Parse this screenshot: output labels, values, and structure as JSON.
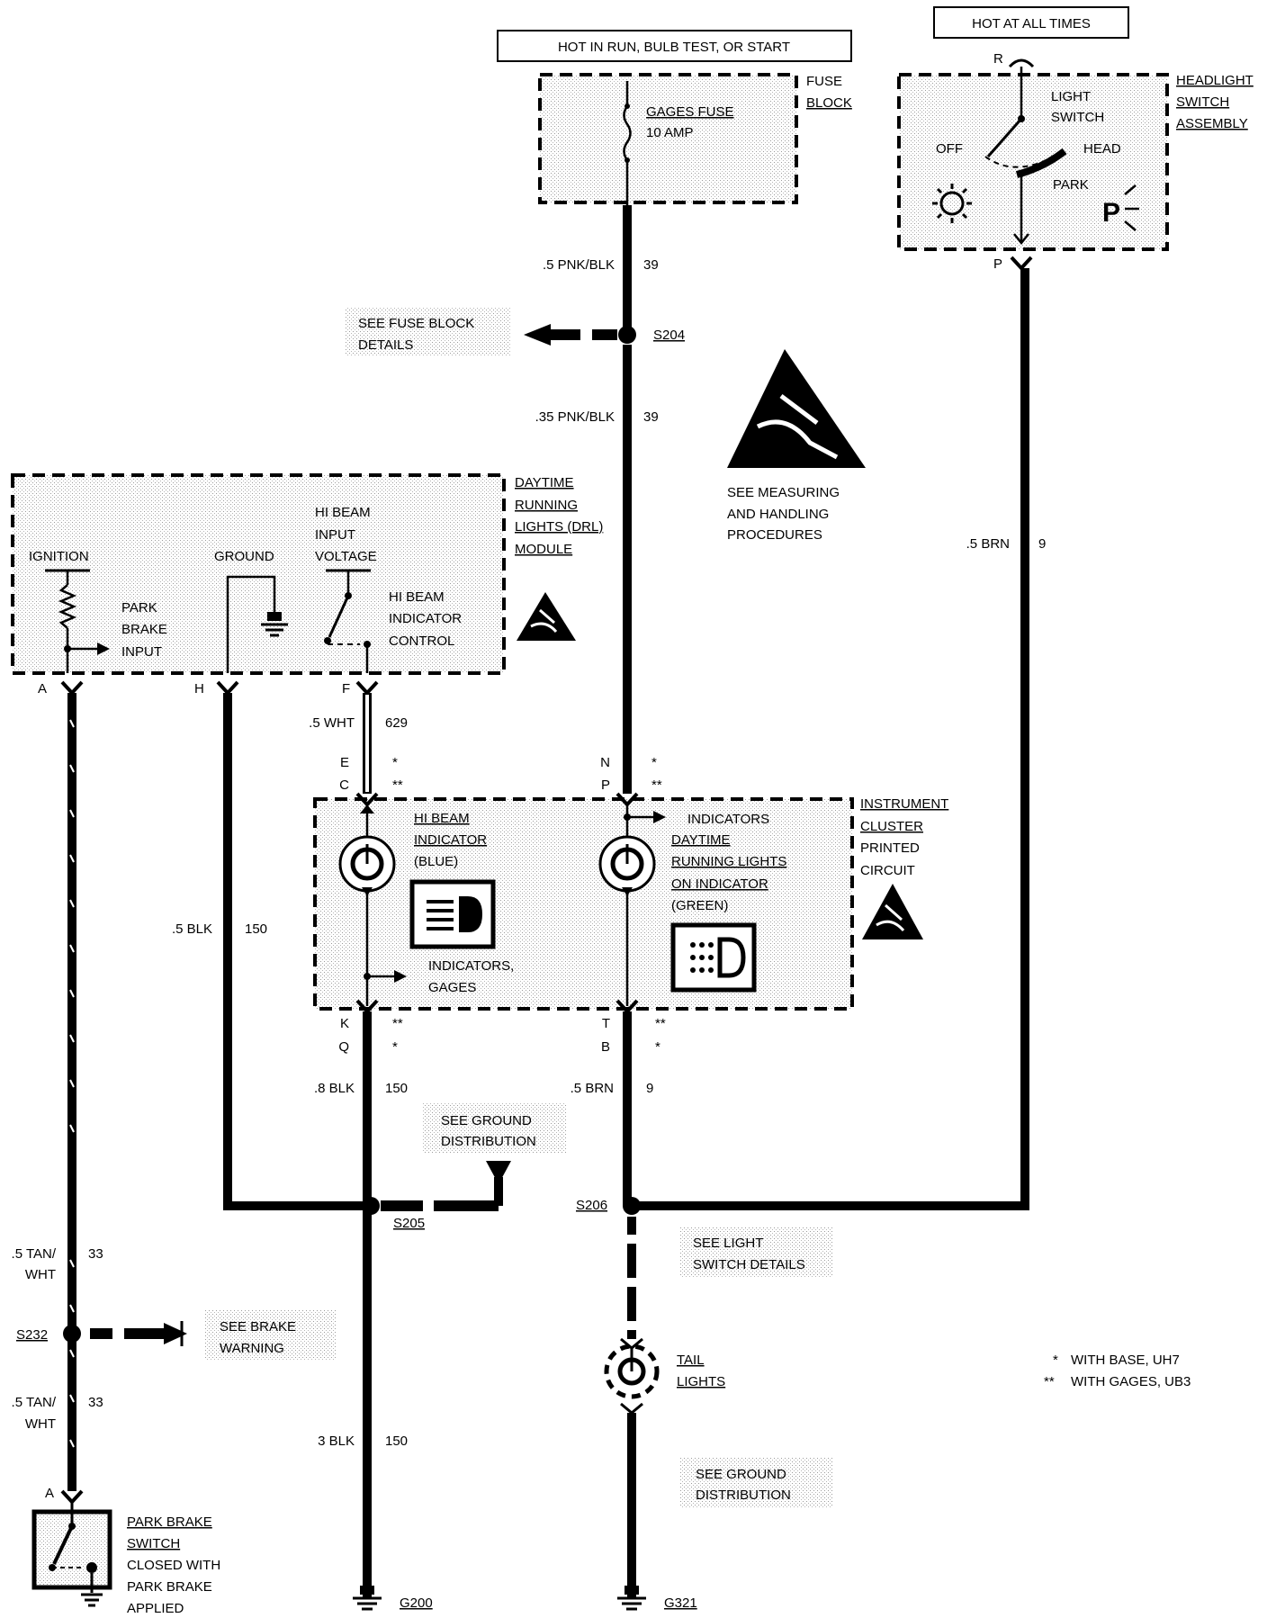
{
  "power": {
    "hot_run": "HOT IN RUN, BULB TEST, OR START",
    "hot_all": "HOT AT ALL TIMES"
  },
  "fuse_block": {
    "name": [
      "FUSE",
      "BLOCK"
    ],
    "fuse_label": [
      "GAGES FUSE",
      "10 AMP"
    ]
  },
  "headlight_switch": {
    "name": [
      "HEADLIGHT",
      "SWITCH",
      "ASSEMBLY"
    ],
    "label": [
      "LIGHT",
      "SWITCH"
    ],
    "pos_off": "OFF",
    "pos_head": "HEAD",
    "pos_park": "PARK",
    "term_r": "R",
    "term_p": "P",
    "park_symbol": "P"
  },
  "wires": {
    "w39_top": {
      "gauge": ".5 PNK/BLK",
      "circuit": "39"
    },
    "w39_mid": {
      "gauge": ".35 PNK/BLK",
      "circuit": "39"
    },
    "w9_right": {
      "gauge": ".5 BRN",
      "circuit": "9"
    },
    "w629": {
      "gauge": ".5 WHT",
      "circuit": "629"
    },
    "w150_left": {
      "gauge": ".5 BLK",
      "circuit": "150"
    },
    "w150_k": {
      "gauge": ".8 BLK",
      "circuit": "150"
    },
    "w9_t": {
      "gauge": ".5 BRN",
      "circuit": "9"
    },
    "w33_top": {
      "gauge": [
        ".5 TAN/",
        "WHT"
      ],
      "circuit": "33"
    },
    "w33_bot": {
      "gauge": [
        ".5 TAN/",
        "WHT"
      ],
      "circuit": "33"
    },
    "w150_bot": {
      "gauge": "3 BLK",
      "circuit": "150"
    }
  },
  "splices": {
    "s204": "S204",
    "s205": "S205",
    "s206": "S206",
    "s232": "S232"
  },
  "refs": {
    "fuse_details": [
      "SEE FUSE BLOCK",
      "DETAILS"
    ],
    "esd": [
      "SEE MEASURING",
      "AND HANDLING",
      "PROCEDURES"
    ],
    "ground_dist_1": [
      "SEE GROUND",
      "DISTRIBUTION"
    ],
    "light_switch": [
      "SEE LIGHT",
      "SWITCH DETAILS"
    ],
    "brake_warning": [
      "SEE BRAKE",
      "WARNING"
    ],
    "ground_dist_2": [
      "SEE GROUND",
      "DISTRIBUTION"
    ]
  },
  "drl_module": {
    "name": [
      "DAYTIME",
      "RUNNING",
      "LIGHTS (DRL)",
      "MODULE"
    ],
    "ignition": "IGNITION",
    "ground": "GROUND",
    "hi_beam_voltage": [
      "HI BEAM",
      "INPUT",
      "VOLTAGE"
    ],
    "park_brake_input": [
      "PARK",
      "BRAKE",
      "INPUT"
    ],
    "hi_beam_control": [
      "HI BEAM",
      "INDICATOR",
      "CONTROL"
    ],
    "term_a": "A",
    "term_h": "H",
    "term_f": "F"
  },
  "cluster": {
    "name": [
      "INSTRUMENT",
      "CLUSTER",
      "PRINTED",
      "CIRCUIT"
    ],
    "hi_beam": [
      "HI BEAM",
      "INDICATOR",
      "(BLUE)"
    ],
    "drl_on": [
      "DAYTIME",
      "RUNNING LIGHTS",
      "ON INDICATOR",
      "(GREEN)"
    ],
    "indicators_top": "INDICATORS",
    "indicators_gages": [
      "INDICATORS,",
      "GAGES"
    ],
    "pin_e": "E",
    "pin_c": "C",
    "pin_n": "N",
    "pin_p": "P",
    "pin_k": "K",
    "pin_q": "Q",
    "pin_t": "T",
    "pin_b": "B",
    "star1": "*",
    "star2": "**"
  },
  "tail": {
    "name": [
      "TAIL",
      "LIGHTS"
    ]
  },
  "park_brake_switch": {
    "name": [
      "PARK BRAKE",
      "SWITCH",
      "CLOSED WITH",
      "PARK BRAKE",
      "APPLIED"
    ],
    "term_a": "A"
  },
  "grounds": {
    "g200": "G200",
    "g321": "G321"
  },
  "legend": {
    "base_mark": "*",
    "base": "WITH BASE, UH7",
    "gages_mark": "**",
    "gages": "WITH GAGES, UB3"
  }
}
